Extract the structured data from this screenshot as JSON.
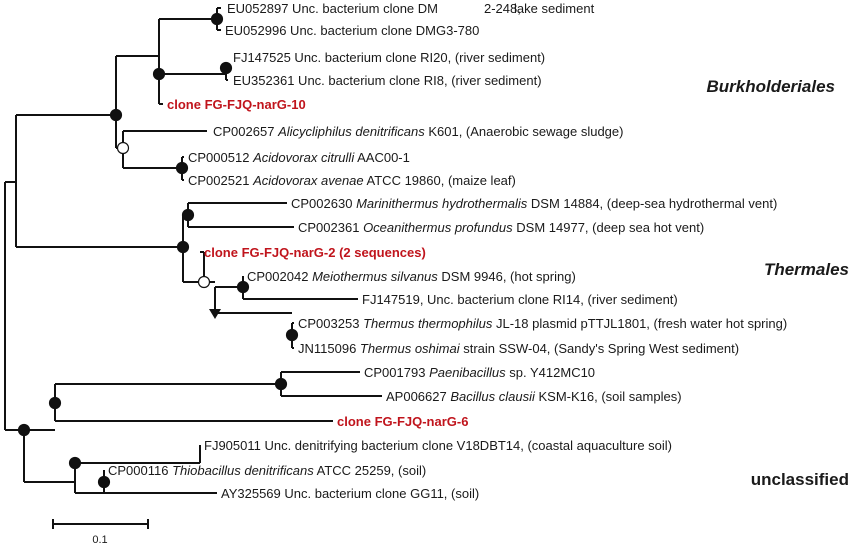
{
  "leaves": [
    {
      "id": "L1",
      "parts": [
        {
          "t": "EU052897 Unc. bacterium clone DM"
        },
        {
          "t": "2-248,"
        },
        {
          "t": "lake sediment"
        }
      ]
    },
    {
      "id": "L2",
      "parts": [
        {
          "t": "EU052996 Unc. bacterium clone DMG3-780"
        }
      ]
    },
    {
      "id": "L3",
      "parts": [
        {
          "t": "FJ147525 Unc. bacterium clone RI20, (river sediment)"
        }
      ]
    },
    {
      "id": "L4",
      "parts": [
        {
          "t": "EU352361 Unc. bacterium clone RI8, (river sediment)"
        }
      ]
    },
    {
      "id": "L5",
      "highlight": true,
      "parts": [
        {
          "t": "clone FG-FJQ-narG-10"
        }
      ]
    },
    {
      "id": "L6",
      "parts": [
        {
          "t": "CP002657 "
        },
        {
          "t": "Alicycliphilus denitrificans",
          "i": true
        },
        {
          "t": " K601, (Anaerobic sewage sludge)"
        }
      ]
    },
    {
      "id": "L7",
      "parts": [
        {
          "t": "CP000512 "
        },
        {
          "t": "Acidovorax citrulli",
          "i": true
        },
        {
          "t": " AAC00-1"
        }
      ]
    },
    {
      "id": "L8",
      "parts": [
        {
          "t": "CP002521 "
        },
        {
          "t": "Acidovorax avenae",
          "i": true
        },
        {
          "t": " ATCC 19860, (maize leaf)"
        }
      ]
    },
    {
      "id": "L9",
      "parts": [
        {
          "t": "CP002630 "
        },
        {
          "t": "Marinithermus hydrothermalis",
          "i": true
        },
        {
          "t": " DSM 14884, (deep-sea hydrothermal vent)"
        }
      ]
    },
    {
      "id": "L10",
      "parts": [
        {
          "t": "CP002361 "
        },
        {
          "t": "Oceanithermus profundus",
          "i": true
        },
        {
          "t": " DSM 14977, (deep sea hot vent)"
        }
      ]
    },
    {
      "id": "L11",
      "highlight": true,
      "parts": [
        {
          "t": "clone FG-FJQ-narG-2 (2 sequences)"
        }
      ]
    },
    {
      "id": "L12",
      "parts": [
        {
          "t": "CP002042 "
        },
        {
          "t": "Meiothermus silvanus",
          "i": true
        },
        {
          "t": " DSM 9946, (hot spring)"
        }
      ]
    },
    {
      "id": "L13",
      "parts": [
        {
          "t": "FJ147519, Unc. bacterium clone RI14, (river sediment)"
        }
      ]
    },
    {
      "id": "L14",
      "parts": [
        {
          "t": "CP003253 "
        },
        {
          "t": "Thermus thermophilus",
          "i": true
        },
        {
          "t": " JL-18 plasmid pTTJL1801, (fresh water hot spring)"
        }
      ]
    },
    {
      "id": "L15",
      "parts": [
        {
          "t": "JN115096 "
        },
        {
          "t": "Thermus oshimai",
          "i": true
        },
        {
          "t": " strain SSW-04, (Sandy's Spring West sediment)"
        }
      ]
    },
    {
      "id": "L16",
      "parts": [
        {
          "t": "CP001793 "
        },
        {
          "t": "Paenibacillus",
          "i": true
        },
        {
          "t": " sp. Y412MC10"
        }
      ]
    },
    {
      "id": "L17",
      "parts": [
        {
          "t": "AP006627 "
        },
        {
          "t": "Bacillus clausii",
          "i": true
        },
        {
          "t": " KSM-K16, (soil samples)"
        }
      ]
    },
    {
      "id": "L18",
      "highlight": true,
      "parts": [
        {
          "t": "clone FG-FJQ-narG-6"
        }
      ]
    },
    {
      "id": "L19",
      "parts": [
        {
          "t": "FJ905011 Unc. denitrifying bacterium clone V18DBT14, (coastal aquaculture soil)"
        }
      ]
    },
    {
      "id": "L20",
      "parts": [
        {
          "t": "CP000116 "
        },
        {
          "t": "Thiobacillus denitrificans",
          "i": true
        },
        {
          "t": " ATCC 25259, (soil)"
        }
      ]
    },
    {
      "id": "L21",
      "parts": [
        {
          "t": "AY325569 Unc. bacterium clone GG11, (soil)"
        }
      ]
    }
  ],
  "groups": [
    {
      "label": "Burkholderiales",
      "italic": true
    },
    {
      "label": "Thermales",
      "italic": true
    },
    {
      "label": "unclassified",
      "italic": false
    }
  ],
  "scale_bar": {
    "label": "0.1"
  },
  "colors": {
    "branch": "#111111",
    "highlight": "#c0141c",
    "text": "#1a1a1a"
  }
}
